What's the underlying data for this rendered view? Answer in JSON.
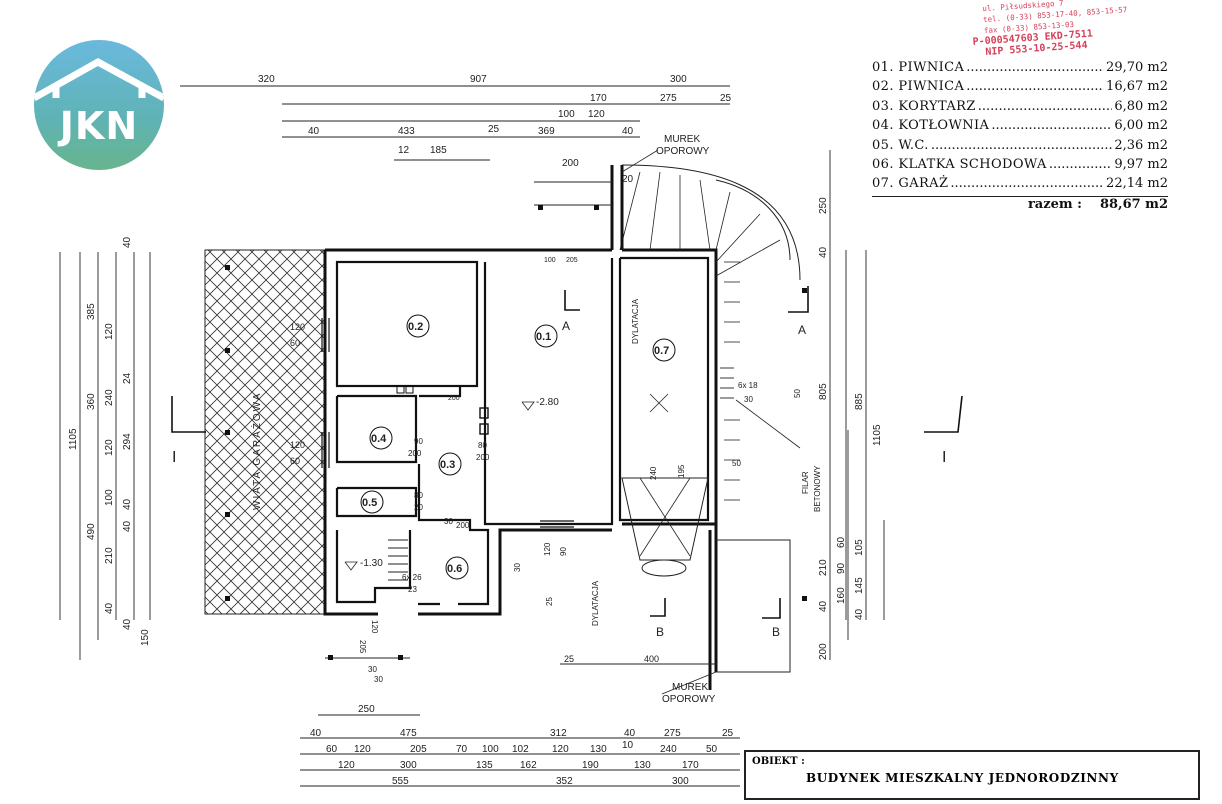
{
  "logo": {
    "text": "JKN"
  },
  "stamp": {
    "lines_small": [
      "ul. Piłsudskiego 7",
      "tel. (0-33) 853-17-40, 853-15-57",
      "fax (0-33) 853-13-03"
    ],
    "lines_big": [
      "P-000547603   EKD-7511",
      "NIP 553-10-25-544"
    ]
  },
  "rooms_table": {
    "rows": [
      {
        "name": "01. PIWNICA",
        "area": "29,70 m2"
      },
      {
        "name": "02. PIWNICA",
        "area": "16,67 m2"
      },
      {
        "name": "03. KORYTARZ",
        "area": "6,80 m2"
      },
      {
        "name": "04. KOTŁOWNIA",
        "area": "6,00 m2"
      },
      {
        "name": "05. W.C.",
        "area": "2,36 m2"
      },
      {
        "name": "06. KLATKA SCHODOWA",
        "area": "9,97 m2"
      },
      {
        "name": "07. GARAŻ",
        "area": "22,14 m2"
      }
    ],
    "total_label": "razem :",
    "total_value": "88,67 m2"
  },
  "obiekt": {
    "label": "OBIEKT :",
    "name": "BUDYNEK MIESZKALNY JEDNORODZINNY"
  },
  "plan": {
    "room_labels": [
      "0.1",
      "0.2",
      "0.3",
      "0.4",
      "0.5",
      "0.6",
      "0.7"
    ],
    "annotations": {
      "murek_top": "MUREK",
      "oporowy_top": "OPOROWY",
      "murek_bottom": "MUREK",
      "oporowy_bottom": "OPOROWY",
      "wiata": "WIATA GARAŻOWA",
      "dylatacja_top": "DYLATACJA",
      "dylatacja_bottom": "DYLATACJA",
      "filar": "FILAR",
      "betonowy": "BETONOWY",
      "level_main": "-2.80",
      "level_stairs": "-1.30",
      "section_I": "I",
      "section_A": "A",
      "section_B": "B"
    },
    "dims_top": {
      "row1": [
        "320",
        "907",
        "300"
      ],
      "row2": [
        "170",
        "275",
        "25"
      ],
      "row3": [
        "40",
        "433",
        "25",
        "369",
        "100",
        "120",
        "40"
      ],
      "row4": [
        "12",
        "185"
      ],
      "row5": [
        "200",
        "20"
      ]
    },
    "dims_bottom": {
      "row1": [
        "250"
      ],
      "row2": [
        "40",
        "475",
        "312",
        "40",
        "275",
        "25"
      ],
      "row3": [
        "60",
        "120",
        "205",
        "70",
        "100",
        "102",
        "120",
        "130",
        "10",
        "240",
        "50"
      ],
      "row4": [
        "120",
        "300",
        "135",
        "162",
        "190",
        "130",
        "170"
      ],
      "row5": [
        "555",
        "352",
        "300"
      ]
    },
    "dims_left": {
      "overall": [
        "1105"
      ],
      "col1": [
        "385",
        "360",
        "490",
        "150"
      ],
      "col2": [
        "120",
        "240",
        "120",
        "294",
        "100",
        "210",
        "40",
        "40"
      ],
      "col3": [
        "40",
        "24",
        "40",
        "40"
      ]
    },
    "dims_right": {
      "overall": [
        "1105"
      ],
      "col1": [
        "250",
        "40",
        "885",
        "805",
        "200"
      ],
      "col2": [
        "210",
        "90",
        "60",
        "105",
        "145",
        "40",
        "160",
        "40"
      ]
    },
    "openings": {
      "d120_60_a": "120",
      "d120_60_b": "60",
      "d120_60_c": "120",
      "d120_60_d": "60",
      "d100_205": "100",
      "d205": "205",
      "d200a": "200",
      "d90": "90",
      "d200b": "200",
      "d80": "80",
      "d200c": "200",
      "d80b": "80",
      "d20": "20",
      "d30": "30",
      "d200d": "200",
      "d120b": "120",
      "d90b": "90",
      "d30b": "30",
      "d6x26": "6x 26",
      "d23": "23",
      "d240": "240",
      "d195": "195",
      "d50": "50",
      "d6x18": "6x 18",
      "d30c": "30",
      "d50b": "50",
      "d205b": "205",
      "d120c": "120",
      "d30d": "30",
      "d30e": "30",
      "d25": "25",
      "d400": "400",
      "d25b": "25"
    }
  }
}
